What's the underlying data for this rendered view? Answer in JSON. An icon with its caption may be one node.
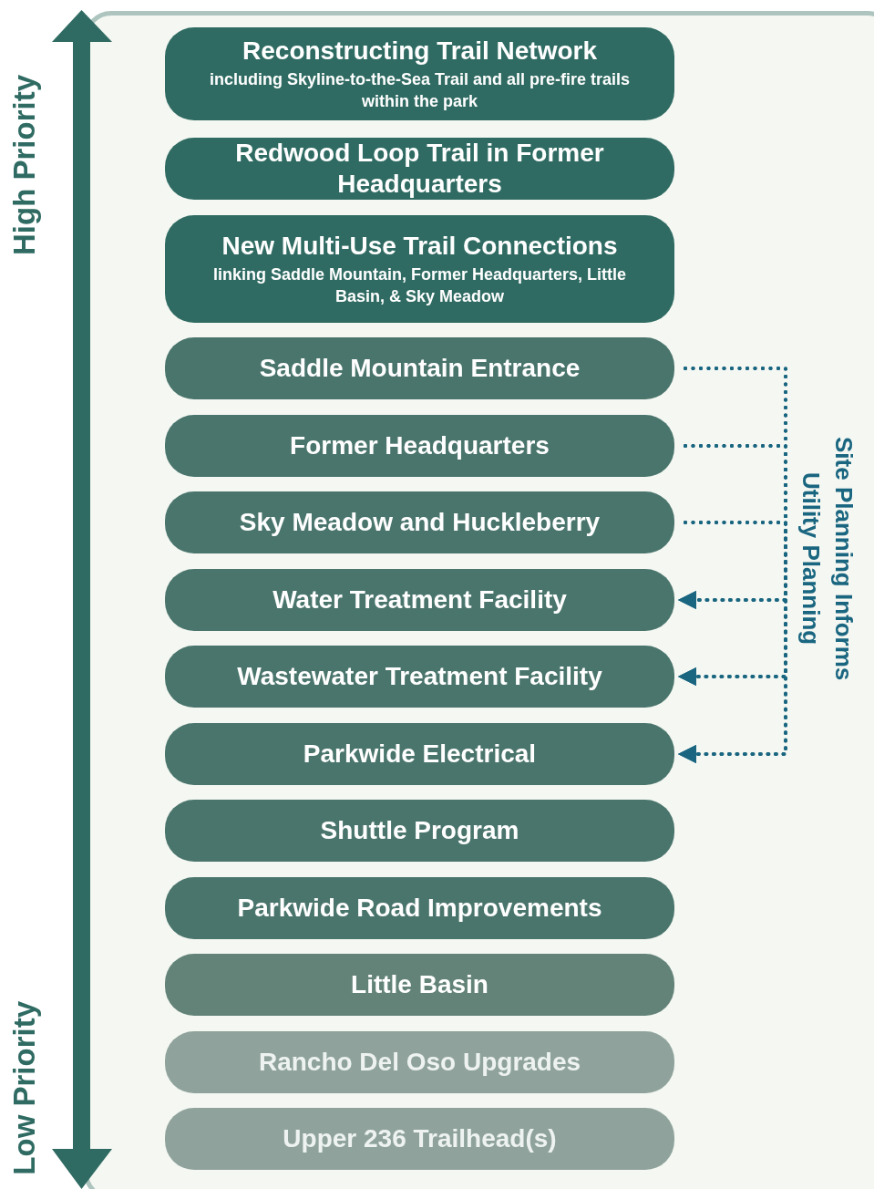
{
  "diagram": {
    "nodes": [
      {
        "text": [
          "Reconstructing Trail Network",
          "including Skyline-to-the-Sea Trail and all pre-fire trails within the park"
        ]
      },
      {
        "text": [
          "Redwood Loop Trail in Former Headquarters"
        ]
      },
      {
        "text": [
          "New Multi-Use Trail Connections",
          "linking Saddle Mountain, Former Headquarters, Little Basin, & Sky Meadow"
        ]
      },
      {
        "text": [
          "Saddle Mountain Entrance"
        ]
      },
      {
        "text": [
          "Former Headquarters"
        ]
      },
      {
        "text": [
          "Sky Meadow and Huckleberry"
        ]
      },
      {
        "text": [
          "Water Treatment Facility"
        ]
      },
      {
        "text": [
          "Wastewater Treatment Facility"
        ]
      },
      {
        "text": [
          "Parkwide Electrical"
        ]
      },
      {
        "text": [
          "Shuttle Program"
        ]
      },
      {
        "text": [
          "Parkwide Road Improvements"
        ]
      },
      {
        "text": [
          "Little Basin"
        ]
      },
      {
        "text": [
          "Rancho Del Oso Upgrades"
        ]
      },
      {
        "text": [
          "Upper 236 Trailhead(s)"
        ]
      }
    ],
    "edges": [
      {
        "from": 3,
        "to": 6,
        "arrow": "to",
        "style": "dashed"
      },
      {
        "from": 3,
        "to": 7,
        "arrow": "to",
        "style": "dashed"
      },
      {
        "from": 3,
        "to": 8,
        "arrow": "to",
        "style": "dashed"
      },
      {
        "from": 4,
        "to": 6,
        "arrow": "to",
        "style": "dashed"
      },
      {
        "from": 4,
        "to": 7,
        "arrow": "to",
        "style": "dashed"
      },
      {
        "from": 4,
        "to": 8,
        "arrow": "to",
        "style": "dashed"
      },
      {
        "from": 5,
        "to": 6,
        "arrow": "to",
        "style": "dashed"
      },
      {
        "from": 5,
        "to": 7,
        "arrow": "to",
        "style": "dashed"
      },
      {
        "from": 5,
        "to": 8,
        "arrow": "to",
        "style": "dashed"
      }
    ],
    "labels": [
      "High Priority",
      "Low Priority",
      "Site Planning Informs Utility Planning"
    ]
  }
}
